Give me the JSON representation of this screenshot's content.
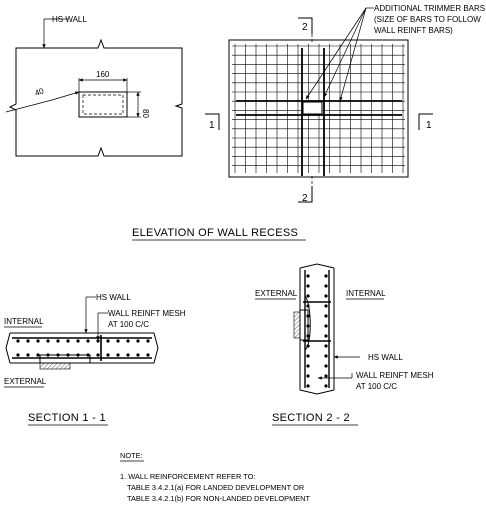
{
  "elevation": {
    "hs_wall_label": "HS WALL",
    "dim_width": "160",
    "dim_height": "80",
    "dim_depth": "40",
    "section_mark_1": "1",
    "section_mark_2": "2",
    "trimmer_note": [
      "ADDITIONAL TRIMMER BARS",
      "(SIZE OF BARS TO FOLLOW",
      "WALL REINFT BARS)"
    ],
    "title": "ELEVATION OF WALL RECESS"
  },
  "section_1_1": {
    "hs_wall_label": "HS WALL",
    "internal_label": "INTERNAL",
    "external_label": "EXTERNAL",
    "mesh_label": [
      "WALL REINFT MESH",
      "AT 100 C/C"
    ],
    "title": "SECTION 1 - 1"
  },
  "section_2_2": {
    "external_label": "EXTERNAL",
    "internal_label": "INTERNAL",
    "hs_wall_label": "HS WALL",
    "mesh_label": [
      "WALL REINFT MESH",
      "AT 100 C/C"
    ],
    "title": "SECTION 2 - 2"
  },
  "note": {
    "heading": "NOTE:",
    "lines": [
      "1. WALL REINFORCEMENT REFER TO:",
      "TABLE 3.4.2.1(a) FOR LANDED DEVELOPMENT OR",
      "TABLE 3.4.2.1(b) FOR NON-LANDED DEVELOPMENT"
    ]
  }
}
